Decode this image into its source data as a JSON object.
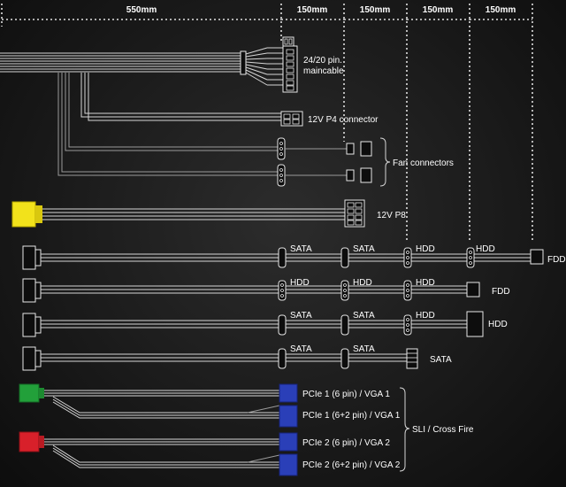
{
  "header": {
    "segments": [
      "550mm",
      "150mm",
      "150mm",
      "150mm",
      "150mm"
    ]
  },
  "labels": {
    "main_line1": "24/20 pin.",
    "main_line2": "maincable",
    "p4": "12V P4 connector",
    "fan": "Fan connectors",
    "p8": "12V P8",
    "row1": [
      "SATA",
      "SATA",
      "HDD",
      "HDD",
      "FDD"
    ],
    "row2": [
      "HDD",
      "HDD",
      "HDD",
      "FDD"
    ],
    "row3": [
      "SATA",
      "SATA",
      "HDD",
      "HDD"
    ],
    "row4": [
      "SATA",
      "SATA",
      "SATA"
    ],
    "pcie1a": "PCIe 1 (6 pin) / VGA 1",
    "pcie1b": "PCIe 1 (6+2 pin) / VGA 1",
    "pcie2a": "PCIe 2 (6 pin) / VGA 2",
    "pcie2b": "PCIe 2 (6+2 pin) / VGA 2",
    "sli": "SLI / Cross Fire"
  },
  "colors": {
    "wire": "#d6d6d6",
    "p8_connector": "#f2e21b",
    "pcie1_connector": "#22a03a",
    "pcie2_connector": "#d8202a",
    "vga_connector": "#2a3fb8"
  }
}
